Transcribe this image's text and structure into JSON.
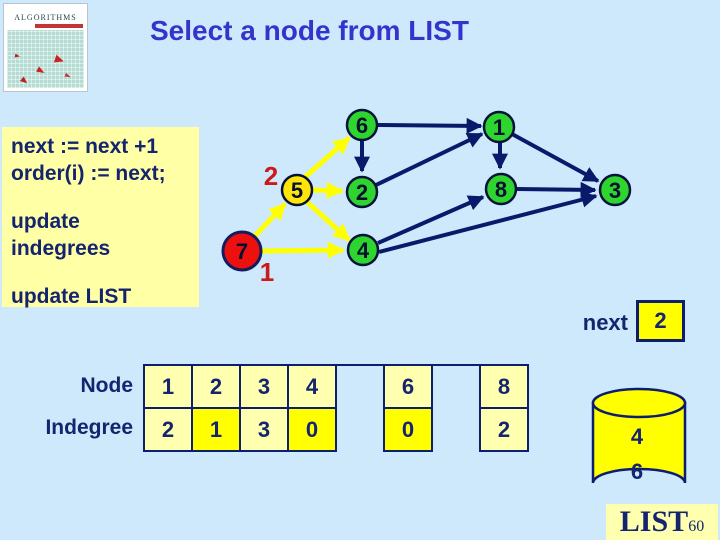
{
  "slide": {
    "title": "Select a node from LIST",
    "page_number": "60",
    "background_color": "#cde9fb",
    "title_color": "#3434cd"
  },
  "logo": {
    "text": "ALGORITHMS"
  },
  "pseudocode": {
    "lines": [
      "next := next +1",
      "order(i) := next;",
      "update",
      "indegrees",
      "update LIST"
    ]
  },
  "graph": {
    "colors": {
      "active_node": "#2ed52e",
      "selected_node": "#ffe50a",
      "current_node": "#ee0f0f",
      "edge": "#0a1a6b",
      "removed_edge": "#ffff00",
      "order_label": "#cc1a1a"
    },
    "nodes": [
      {
        "id": "6",
        "state": "active"
      },
      {
        "id": "1",
        "state": "active"
      },
      {
        "id": "5",
        "state": "selected",
        "order": "2"
      },
      {
        "id": "2",
        "state": "active"
      },
      {
        "id": "8",
        "state": "active"
      },
      {
        "id": "3",
        "state": "active"
      },
      {
        "id": "7",
        "state": "current",
        "order": "1"
      },
      {
        "id": "4",
        "state": "active"
      }
    ],
    "edges": [
      {
        "from": "6",
        "to": "1",
        "removed": false
      },
      {
        "from": "6",
        "to": "2",
        "removed": false
      },
      {
        "from": "2",
        "to": "1",
        "removed": false
      },
      {
        "from": "1",
        "to": "8",
        "removed": false
      },
      {
        "from": "1",
        "to": "3",
        "removed": false
      },
      {
        "from": "8",
        "to": "3",
        "removed": false
      },
      {
        "from": "4",
        "to": "8",
        "removed": false
      },
      {
        "from": "4",
        "to": "3",
        "removed": false
      },
      {
        "from": "5",
        "to": "6",
        "removed": true
      },
      {
        "from": "5",
        "to": "2",
        "removed": true
      },
      {
        "from": "5",
        "to": "4",
        "removed": true
      },
      {
        "from": "7",
        "to": "5",
        "removed": true
      },
      {
        "from": "7",
        "to": "4",
        "removed": true
      }
    ]
  },
  "next_counter": {
    "label": "next",
    "value": "2"
  },
  "table": {
    "row_labels": {
      "top": "Node",
      "bottom": "Indegree"
    },
    "columns": [
      {
        "node": "1",
        "indegree": "2",
        "highlighted": false
      },
      {
        "node": "2",
        "indegree": "1",
        "highlighted": true
      },
      {
        "node": "3",
        "indegree": "3",
        "highlighted": false
      },
      {
        "node": "4",
        "indegree": "0",
        "highlighted": true
      },
      {
        "node": "6",
        "indegree": "0",
        "highlighted": true
      },
      {
        "node": "8",
        "indegree": "2",
        "highlighted": false
      }
    ]
  },
  "list_store": {
    "label": "LIST",
    "items": [
      "4",
      "6"
    ]
  }
}
